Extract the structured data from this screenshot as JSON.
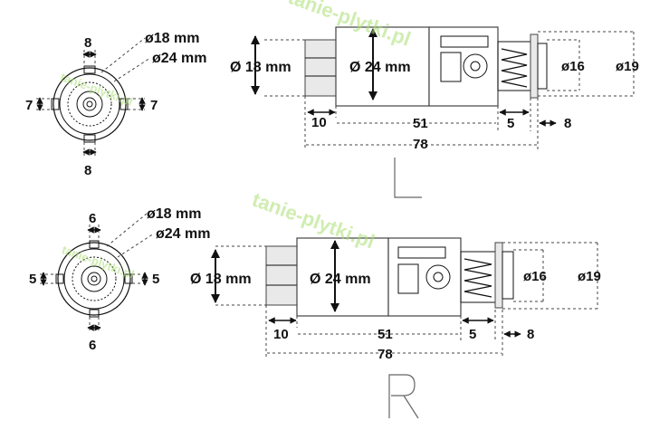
{
  "watermark": "tanie-plytki.pl",
  "diagrams": [
    {
      "id": "L",
      "side_label": "L",
      "front": {
        "key_width_top": "8",
        "key_width_bottom": "8",
        "side_left": "7",
        "side_right": "7",
        "inner_dia": "ø18 mm",
        "outer_dia": "ø24 mm"
      },
      "side": {
        "shaft_dia": "Ø 18 mm",
        "body_dia": "Ø 24 mm",
        "cap_inner": "ø16",
        "cap_outer": "ø19",
        "len_shaft": "10",
        "len_body": "51",
        "len_spring": "5",
        "len_cap": "8",
        "len_total": "78"
      }
    },
    {
      "id": "R",
      "side_label": "R",
      "front": {
        "key_width_top": "6",
        "key_width_bottom": "6",
        "side_left": "5",
        "side_right": "5",
        "inner_dia": "ø18 mm",
        "outer_dia": "ø24 mm"
      },
      "side": {
        "shaft_dia": "Ø 18 mm",
        "body_dia": "Ø 24 mm",
        "cap_inner": "ø16",
        "cap_outer": "ø19",
        "len_shaft": "10",
        "len_body": "51",
        "len_spring": "5",
        "len_cap": "8",
        "len_total": "78"
      }
    }
  ]
}
